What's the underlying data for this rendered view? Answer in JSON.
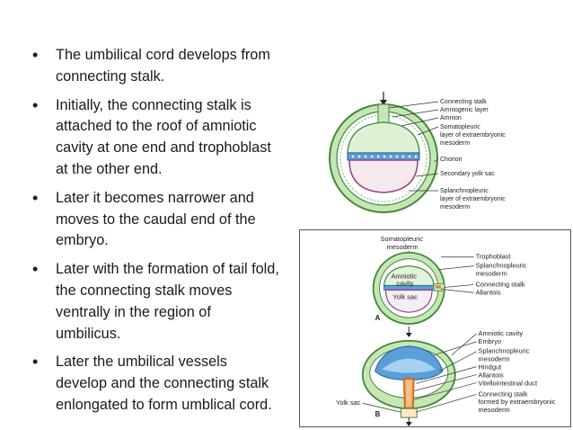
{
  "bullets": [
    "The umbilical cord develops from connecting stalk.",
    "Initially, the connecting stalk is attached to the roof of amniotic cavity at one end and trophoblast at the other end.",
    "Later it  becomes narrower and moves to the caudal end of the embryo.",
    "Later with the formation of tail fold, the connecting stalk moves ventrally in the region of umbilicus.",
    "Later the umbilical vessels develop and the connecting stalk enlongated to form umblical cord."
  ],
  "figure_top": {
    "labels": {
      "connecting_stalk": "Connecting stalk",
      "amniogenic_layer": "Amniogenic layer",
      "amnion": "Amnion",
      "somatopleuric_1": "Somatopleuric",
      "somatopleuric_2": "layer of extraembryonic",
      "somatopleuric_3": "mesoderm",
      "chorion": "Chorion",
      "secondary_yolk_sac": "Secondary yolk sac",
      "splanchnopleuric_1": "Splanchnopleuric",
      "splanchnopleuric_2": "layer of extraembryonic",
      "splanchnopleuric_3": "mesoderm"
    }
  },
  "figure_bottom": {
    "panel_a": {
      "somatopleuric_1": "Somatopleuric",
      "somatopleuric_2": "mesoderm",
      "amniotic_1": "Amniotic",
      "amniotic_2": "cavity",
      "yolk_sac": "Yolk sac",
      "trophoblast": "Trophoblast",
      "splanchnopleuric_1": "Splanchnopleuric",
      "splanchnopleuric_2": "mesoderm",
      "connecting_stalk": "Connecting stalk",
      "allantois": "Allantois",
      "letter": "A"
    },
    "panel_b": {
      "amniotic_cavity": "Amniotic cavity",
      "embryo": "Embryo",
      "splanchnopleuric_1": "Splanchnopleuric",
      "splanchnopleuric_2": "mesoderm",
      "hindgut": "Hindgut",
      "allantois": "Allantois",
      "vitellointestinal": "Vitellointestinal duct",
      "yolk_sac": "Yolk sac",
      "stalk_1": "Connecting stalk",
      "stalk_2": "formed by extraembryonic",
      "stalk_3": "mesoderm",
      "letter": "B"
    }
  }
}
